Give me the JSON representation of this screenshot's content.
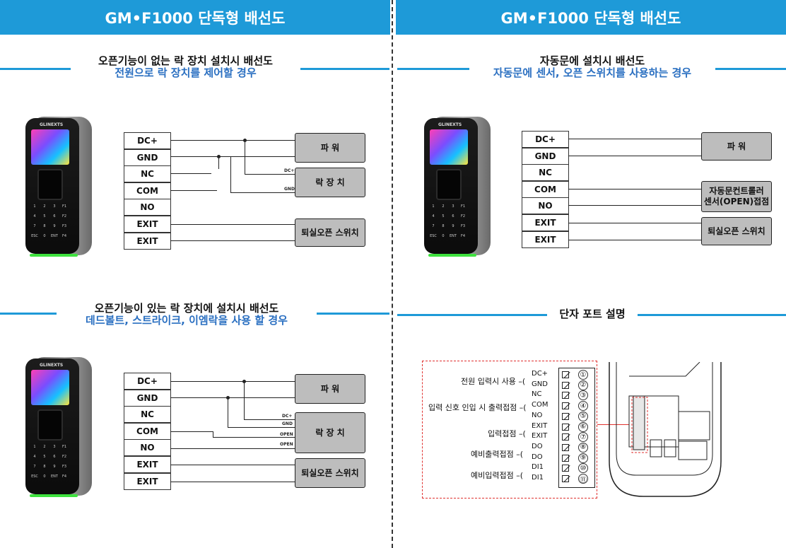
{
  "banners": {
    "left": "GM•F1000 단독형 배선도",
    "right": "GM•F1000 단독형 배선도"
  },
  "sections": {
    "s1": {
      "title": "오픈기능이 없는 락 장치 설치시 배선도",
      "subtitle": "전원으로 락 장치를 제어할 경우"
    },
    "s2": {
      "title": "자동문에 설치시 배선도",
      "subtitle": "자동문에 센서, 오픈 스위치를 사용하는 경우"
    },
    "s3": {
      "title": "오픈기능이 있는 락 장치에 설치시 배선도",
      "subtitle": "데드볼트, 스트라이크, 이엠락을 사용 할 경우"
    },
    "s4": {
      "title": "단자 포트 설명"
    }
  },
  "terminals": [
    "DC+",
    "GND",
    "NC",
    "COM",
    "NO",
    "EXIT",
    "EXIT"
  ],
  "device": {
    "logo": "GLINEXTS",
    "keys": [
      "1",
      "2",
      "3",
      "F1",
      "4",
      "5",
      "6",
      "F2",
      "7",
      "8",
      "9",
      "F3",
      "ESC",
      "0",
      "ENT",
      "F4"
    ]
  },
  "d1": {
    "power": "파 워",
    "lock": "락 장 치",
    "exit": "퇴실오픈 스위치",
    "tags": [
      "DC+",
      "GND"
    ]
  },
  "d2": {
    "power": "파 워",
    "door_line1": "자동문컨트롤러",
    "door_line2": "센서(OPEN)접점",
    "exit": "퇴실오픈 스위치"
  },
  "d3": {
    "power": "파 워",
    "lock": "락 장 치",
    "exit": "퇴실오픈 스위치",
    "tags": [
      "DC+",
      "GND",
      "OPEN",
      "OPEN"
    ]
  },
  "ports": {
    "groups": [
      {
        "label": "전원 입력시 사용 –("
      },
      {
        "label": "입력 신호 인입 시 출력접점 –("
      },
      {
        "label": "입력접점 –("
      },
      {
        "label": "예비출력접점 –("
      },
      {
        "label": "예비입력접점 –("
      }
    ],
    "pins": [
      "DC+",
      "GND",
      "NC",
      "COM",
      "NO",
      "EXIT",
      "EXIT",
      "DO",
      "DO",
      "DI1",
      "DI1"
    ],
    "numbers": [
      "①",
      "②",
      "③",
      "④",
      "⑤",
      "⑥",
      "⑦",
      "⑧",
      "⑨",
      "⑩",
      "⑪"
    ]
  },
  "colors": {
    "banner": "#1e9ad8",
    "subtitle": "#2a6fc1",
    "box": "#bdbdbd",
    "red": "#e0312f"
  }
}
